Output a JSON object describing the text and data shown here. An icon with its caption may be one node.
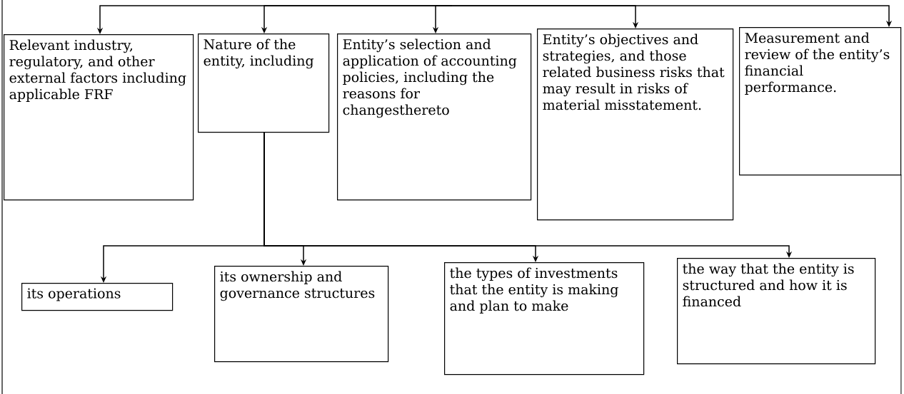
{
  "diagram": {
    "nodes": [
      {
        "text": [
          "Relevant industry, regulatory, and other external factors including applicable FRF"
        ]
      },
      {
        "text": [
          "Nature of the entity, including"
        ]
      },
      {
        "text": [
          "Entity’s selection and application of accounting policies, including the reasons for changesthereto"
        ]
      },
      {
        "text": [
          "Entity’s objectives and strategies, and those related business risks that may result in risks of material misstatement."
        ]
      },
      {
        "text": [
          "Measurement and review of the entity’s financial performance."
        ]
      },
      {
        "text": [
          "its operations"
        ]
      },
      {
        "text": [
          "its ownership and governance structures"
        ]
      },
      {
        "text": [
          "the types of investments that the entity is making and plan to make"
        ]
      },
      {
        "text": [
          "the way that the entity is structured and how it is financed"
        ]
      }
    ],
    "edges": [
      {
        "from": null,
        "to": 0,
        "arrow": "to"
      },
      {
        "from": null,
        "to": 1,
        "arrow": "to"
      },
      {
        "from": null,
        "to": 2,
        "arrow": "to"
      },
      {
        "from": null,
        "to": 3,
        "arrow": "to"
      },
      {
        "from": null,
        "to": 4,
        "arrow": "to"
      },
      {
        "from": 1,
        "to": 5,
        "arrow": "to"
      },
      {
        "from": 1,
        "to": 6,
        "arrow": "to"
      },
      {
        "from": 1,
        "to": 7,
        "arrow": "to"
      },
      {
        "from": 1,
        "to": 8,
        "arrow": "to"
      }
    ]
  }
}
